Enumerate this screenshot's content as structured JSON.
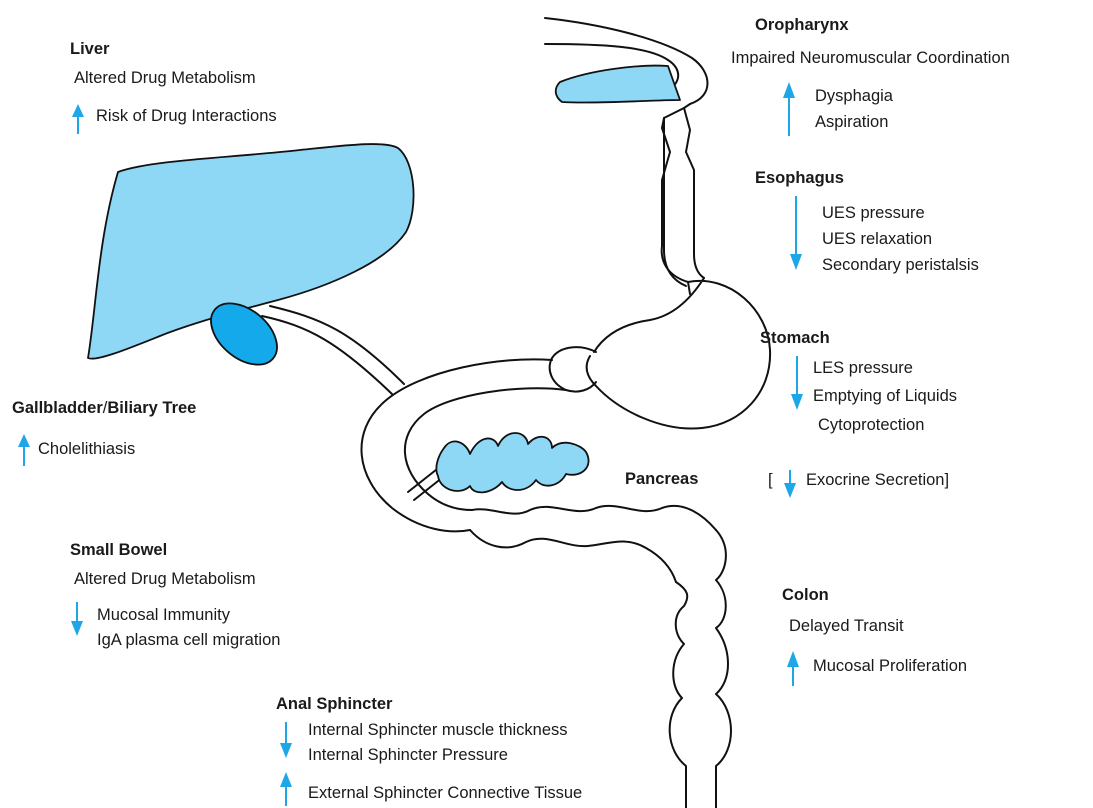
{
  "colors": {
    "organ_fill": "#8fd8f5",
    "gallbladder_fill": "#13a9ea",
    "arrow": "#1ea7e8",
    "outline": "#111111",
    "text": "#1a1a1a"
  },
  "icons": {
    "increase": "arrow-up-icon",
    "decrease": "arrow-down-icon"
  },
  "liver": {
    "title": "Liver",
    "line1": "Altered Drug Metabolism",
    "line2": "Risk of Drug Interactions"
  },
  "gallbladder": {
    "title_a": "Gallbladder",
    "title_sep": "/",
    "title_b": "Biliary Tree",
    "line1": "Cholelithiasis"
  },
  "small_bowel": {
    "title": "Small Bowel",
    "line1": "Altered Drug Metabolism",
    "line2": "Mucosal Immunity",
    "line3": "IgA plasma cell migration"
  },
  "anal_sphincter": {
    "title": "Anal Sphincter",
    "line1": "Internal Sphincter muscle thickness",
    "line2": "Internal Sphincter Pressure",
    "line3": "External Sphincter Connective Tissue"
  },
  "oropharynx": {
    "title": "Oropharynx",
    "line1": "Impaired Neuromuscular Coordination",
    "line2": "Dysphagia",
    "line3": "Aspiration"
  },
  "esophagus": {
    "title": "Esophagus",
    "line1": "UES pressure",
    "line2": "UES relaxation",
    "line3": "Secondary peristalsis"
  },
  "stomach": {
    "title": "Stomach",
    "line1": "LES pressure",
    "line2": "Emptying of Liquids",
    "line3": "Cytoprotection"
  },
  "pancreas": {
    "title": "Pancreas",
    "bracket_open": "[",
    "line1": "Exocrine Secretion]"
  },
  "colon": {
    "title": "Colon",
    "line1": "Delayed Transit",
    "line2": "Mucosal Proliferation"
  }
}
